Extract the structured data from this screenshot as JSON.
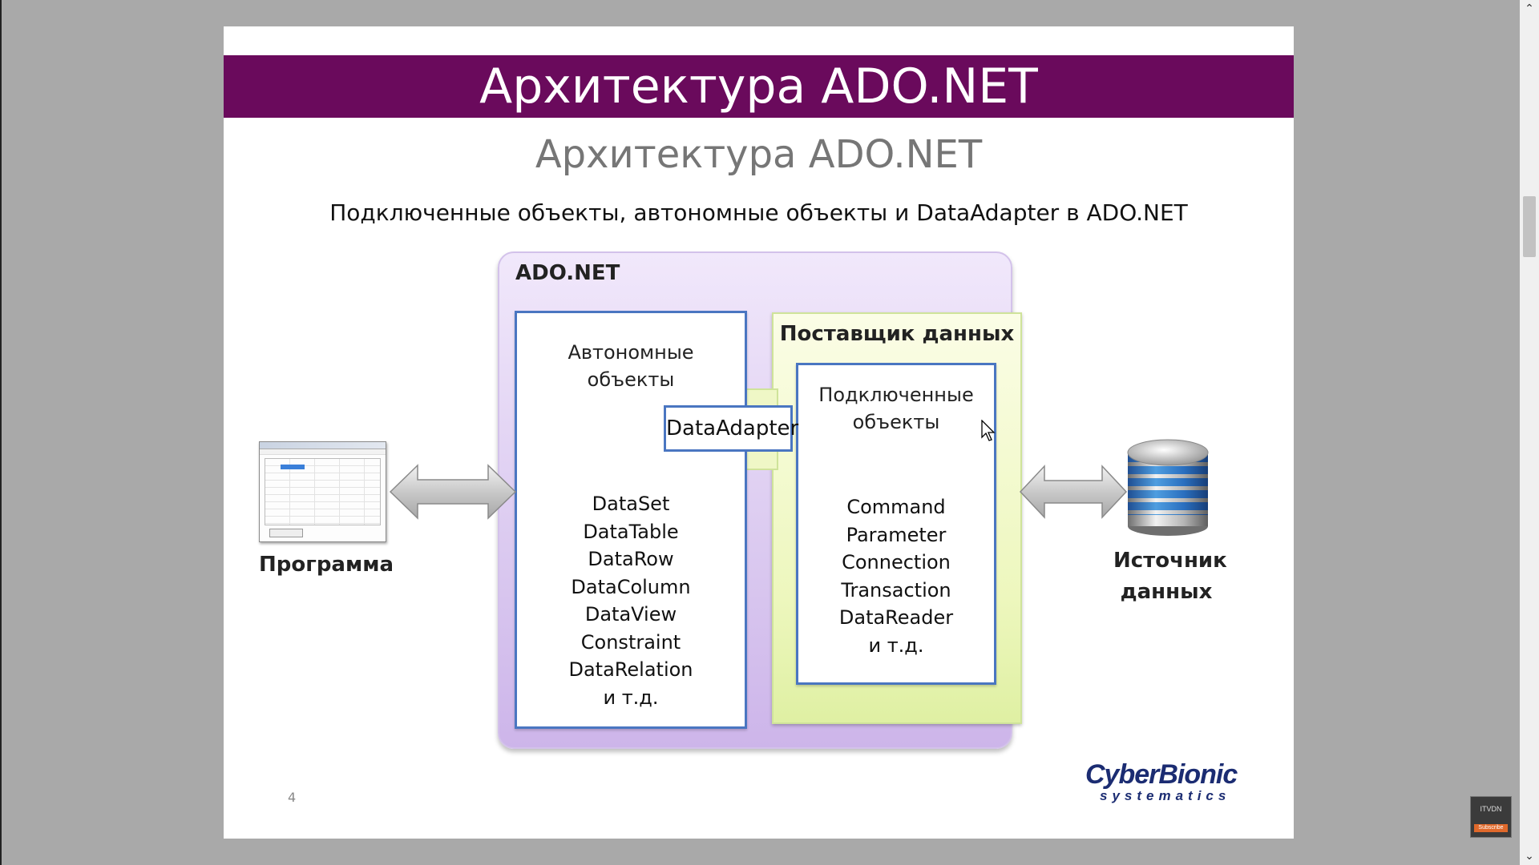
{
  "slide": {
    "title": "Архитектура ADO.NET",
    "subtitle": "Архитектура ADO.NET",
    "caption": "Подключенные объекты, автономные объекты и DataAdapter в ADO.NET",
    "page_number": "4"
  },
  "diagram": {
    "ado_label": "ADO.NET",
    "provider_label": "Поставщик данных",
    "disconnected": {
      "heading": [
        "Автономные",
        "объекты"
      ],
      "items": [
        "DataSet",
        "DataTable",
        "DataRow",
        "DataColumn",
        "DataView",
        "Constraint",
        "DataRelation",
        "и т.д."
      ]
    },
    "connected": {
      "heading": [
        "Подключенные",
        "объекты"
      ],
      "items": [
        "Command",
        "Parameter",
        "Connection",
        "Transaction",
        "DataReader",
        "и т.д."
      ]
    },
    "data_adapter": "DataAdapter",
    "program_label": "Программа",
    "datasource_label": [
      "Источник",
      "данных"
    ]
  },
  "logo": {
    "top": "CyberBionic",
    "bottom": "systematics"
  },
  "badge": {
    "text": "ITVDN",
    "button": "Subscribe"
  },
  "colors": {
    "title_bar": "#6a0a5c",
    "box_border": "#4a76c1",
    "logo": "#1b2c72"
  }
}
